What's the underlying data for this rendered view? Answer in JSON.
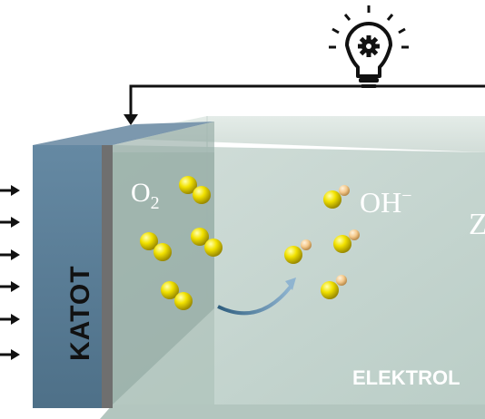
{
  "labels": {
    "oxygen": "O",
    "oxygen_sub": "2",
    "hydroxide": "OH",
    "hydroxide_charge": "−",
    "partial_right": "Z",
    "cathode": "KATOT",
    "electrolyte": "ELEKTROL"
  },
  "icons": {
    "bulb": "lightbulb-gear-icon",
    "arrows": "air-inflow-arrow-icon"
  },
  "colors": {
    "cathode_front": "#5a7d98",
    "cathode_side": "#6f6f6f",
    "electrolyte": "#c5d8d2",
    "o2_molecule": "#f2e200",
    "oh_hydrogen": "#f4c88a",
    "wire": "#111111"
  }
}
